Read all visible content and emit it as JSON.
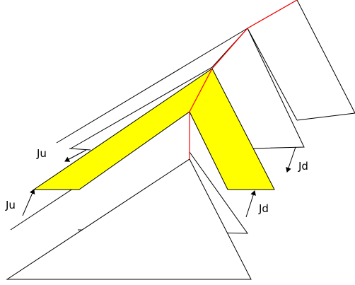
{
  "labels": {
    "ju_upper": "Ju",
    "ju_lower": "Ju",
    "jd_upper": "Jd",
    "jd_lower": "Jd"
  },
  "colors": {
    "outline": "#000000",
    "highlight_fill": "#ffff00",
    "ridge_line": "#ff0000",
    "background": "#ffffff"
  }
}
